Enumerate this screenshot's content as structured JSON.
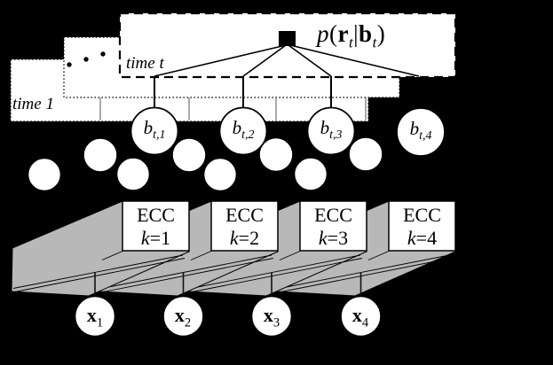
{
  "colors": {
    "background": "#000000",
    "slice_fill": "#ffffff",
    "slab_fill": "#b8b8b8",
    "line": "#000000"
  },
  "time_slices": {
    "back_label": "time 1",
    "front_label": "time t",
    "ellipsis_dots": "···"
  },
  "factor": {
    "p": "p",
    "open": "(",
    "r": "r",
    "r_sub": "t",
    "bar": "|",
    "b": "b",
    "b_sub": "t",
    "close": ")"
  },
  "b_nodes": [
    {
      "main": "b",
      "sub": "t,1"
    },
    {
      "main": "b",
      "sub": "t,2"
    },
    {
      "main": "b",
      "sub": "t,3"
    },
    {
      "main": "b",
      "sub": "t,4"
    }
  ],
  "ecc_boxes": [
    {
      "line1": "ECC",
      "var": "k",
      "rest": "=1"
    },
    {
      "line1": "ECC",
      "var": "k",
      "rest": "=2"
    },
    {
      "line1": "ECC",
      "var": "k",
      "rest": "=3"
    },
    {
      "line1": "ECC",
      "var": "k",
      "rest": "=4"
    }
  ],
  "x_nodes": [
    {
      "main": "x",
      "sub": "1"
    },
    {
      "main": "x",
      "sub": "2"
    },
    {
      "main": "x",
      "sub": "3"
    },
    {
      "main": "x",
      "sub": "4"
    }
  ]
}
